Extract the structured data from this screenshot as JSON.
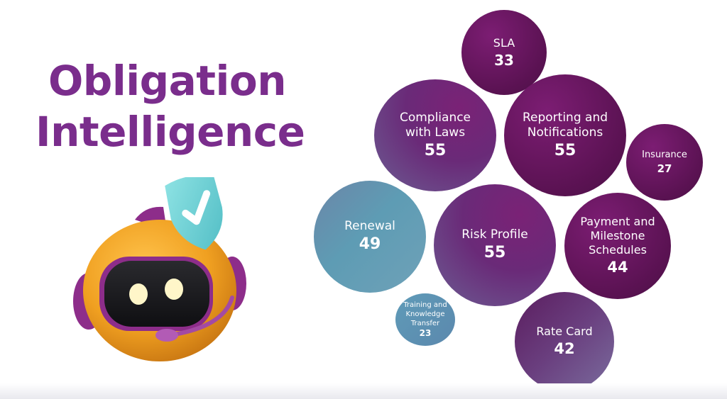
{
  "title": {
    "line1": "Obligation",
    "line2": "Intelligence"
  },
  "bubbles": {
    "sla": {
      "label": "SLA",
      "value": "33"
    },
    "compliance": {
      "label": "Compliance with Laws",
      "value": "55"
    },
    "reporting": {
      "label": "Reporting and Notifications",
      "value": "55"
    },
    "insurance": {
      "label": "Insurance",
      "value": "27"
    },
    "renewal": {
      "label": "Renewal",
      "value": "49"
    },
    "risk": {
      "label": "Risk Profile",
      "value": "55"
    },
    "payment": {
      "label": "Payment and Milestone Schedules",
      "value": "44"
    },
    "training": {
      "label": "Training and Knowledge Transfer",
      "value": "23"
    },
    "ratecard": {
      "label": "Rate Card",
      "value": "42"
    }
  },
  "colors": {
    "title": "#7a2d8c",
    "robot_body": "#f0a021",
    "robot_trim": "#8d2d8a",
    "shield": "#6fd0d4"
  },
  "icons": {
    "mascot": "robot-headset-icon",
    "badge": "shield-check-icon"
  }
}
